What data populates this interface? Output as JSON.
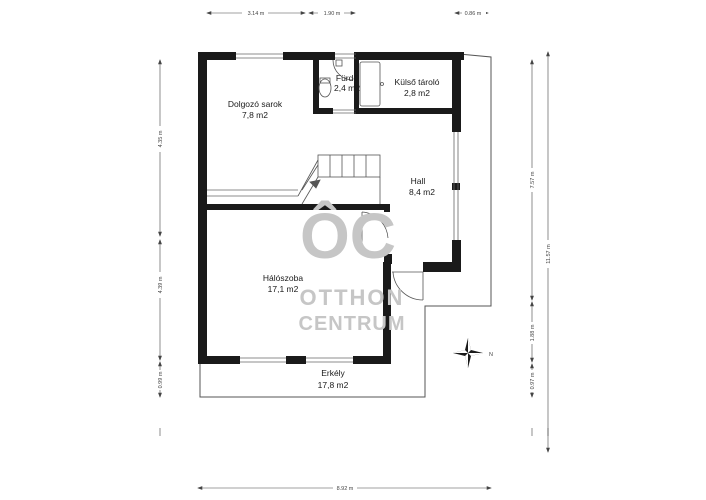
{
  "colors": {
    "wall": "#1a1a1a",
    "thin_line": "#555555",
    "dimension": "#444444",
    "watermark": "#c6c6c6"
  },
  "rooms": [
    {
      "name": "Dolgozó sarok",
      "area": "7,8 m2"
    },
    {
      "name": "Fürdő",
      "area": "2,4 m2"
    },
    {
      "name": "Külső tároló",
      "area": "2,8 m2"
    },
    {
      "name": "Hall",
      "area": "8,4 m2"
    },
    {
      "name": "Hálószoba",
      "area": "17,1 m2"
    },
    {
      "name": "Erkély",
      "area": "17,8 m2"
    }
  ],
  "dimensions": {
    "top": [
      "3.14 m",
      "1.90 m",
      "0.86 m"
    ],
    "left": [
      "4.35 m",
      "4.39 m",
      "0.99 m"
    ],
    "right": [
      "7.57 m",
      "11.57 m",
      "1.88 m",
      "0.97 m"
    ],
    "bottom": "8.92 m"
  },
  "watermark": {
    "logo": "ÔC",
    "line1": "OTTHON",
    "line2": "CENTRUM"
  },
  "compass": {
    "label": "N",
    "icon": "compass-rose-icon"
  }
}
